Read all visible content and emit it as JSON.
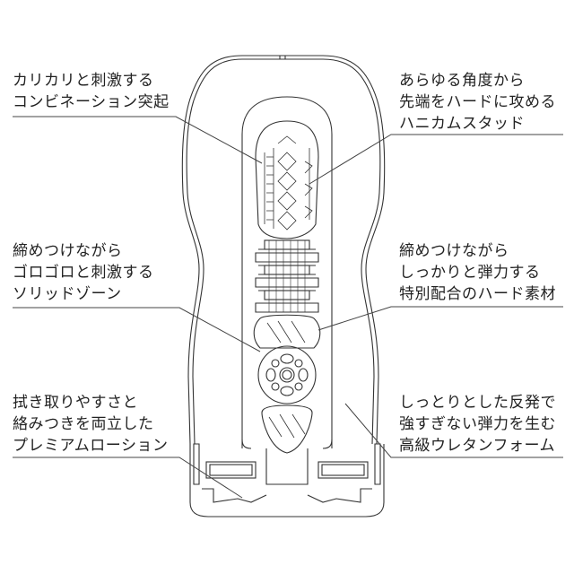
{
  "diagram": {
    "subject": "cup-shaped product cross-section",
    "line_color": "#333333",
    "background": "#ffffff"
  },
  "labels": {
    "top_left": {
      "lines": [
        "カリカリと刺激する",
        "コンビネーション突起"
      ]
    },
    "top_right": {
      "lines": [
        "あらゆる角度から",
        "先端をハードに攻める",
        "ハニカムスタッド"
      ]
    },
    "mid_left": {
      "lines": [
        "締めつけながら",
        "ゴロゴロと刺激する",
        "ソリッドゾーン"
      ]
    },
    "mid_right": {
      "lines": [
        "締めつけながら",
        "しっかりと弾力する",
        "特別配合のハード素材"
      ]
    },
    "bottom_left": {
      "lines": [
        "拭き取りやすさと",
        "絡みつきを両立した",
        "プレミアムローション"
      ]
    },
    "bottom_right": {
      "lines": [
        "しっとりとした反発で",
        "強すぎない弾力を生む",
        "高級ウレタンフォーム"
      ]
    }
  }
}
